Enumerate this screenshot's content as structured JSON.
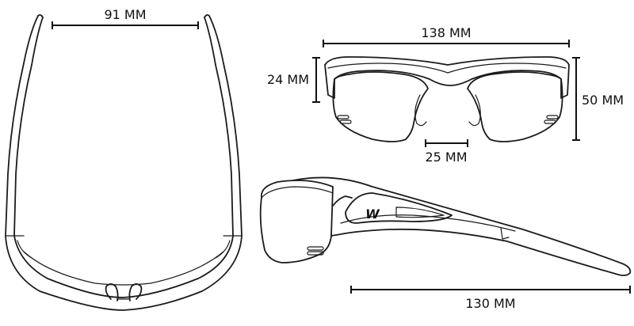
{
  "dimensions": {
    "temple_width": "91 MM",
    "frame_width": "138 MM",
    "lens_height": "24 MM",
    "frame_height": "50 MM",
    "bridge_width": "25 MM",
    "temple_length": "130 MM"
  },
  "colors": {
    "line": "#1b1b1b",
    "background": "#ffffff"
  },
  "logo": "W"
}
